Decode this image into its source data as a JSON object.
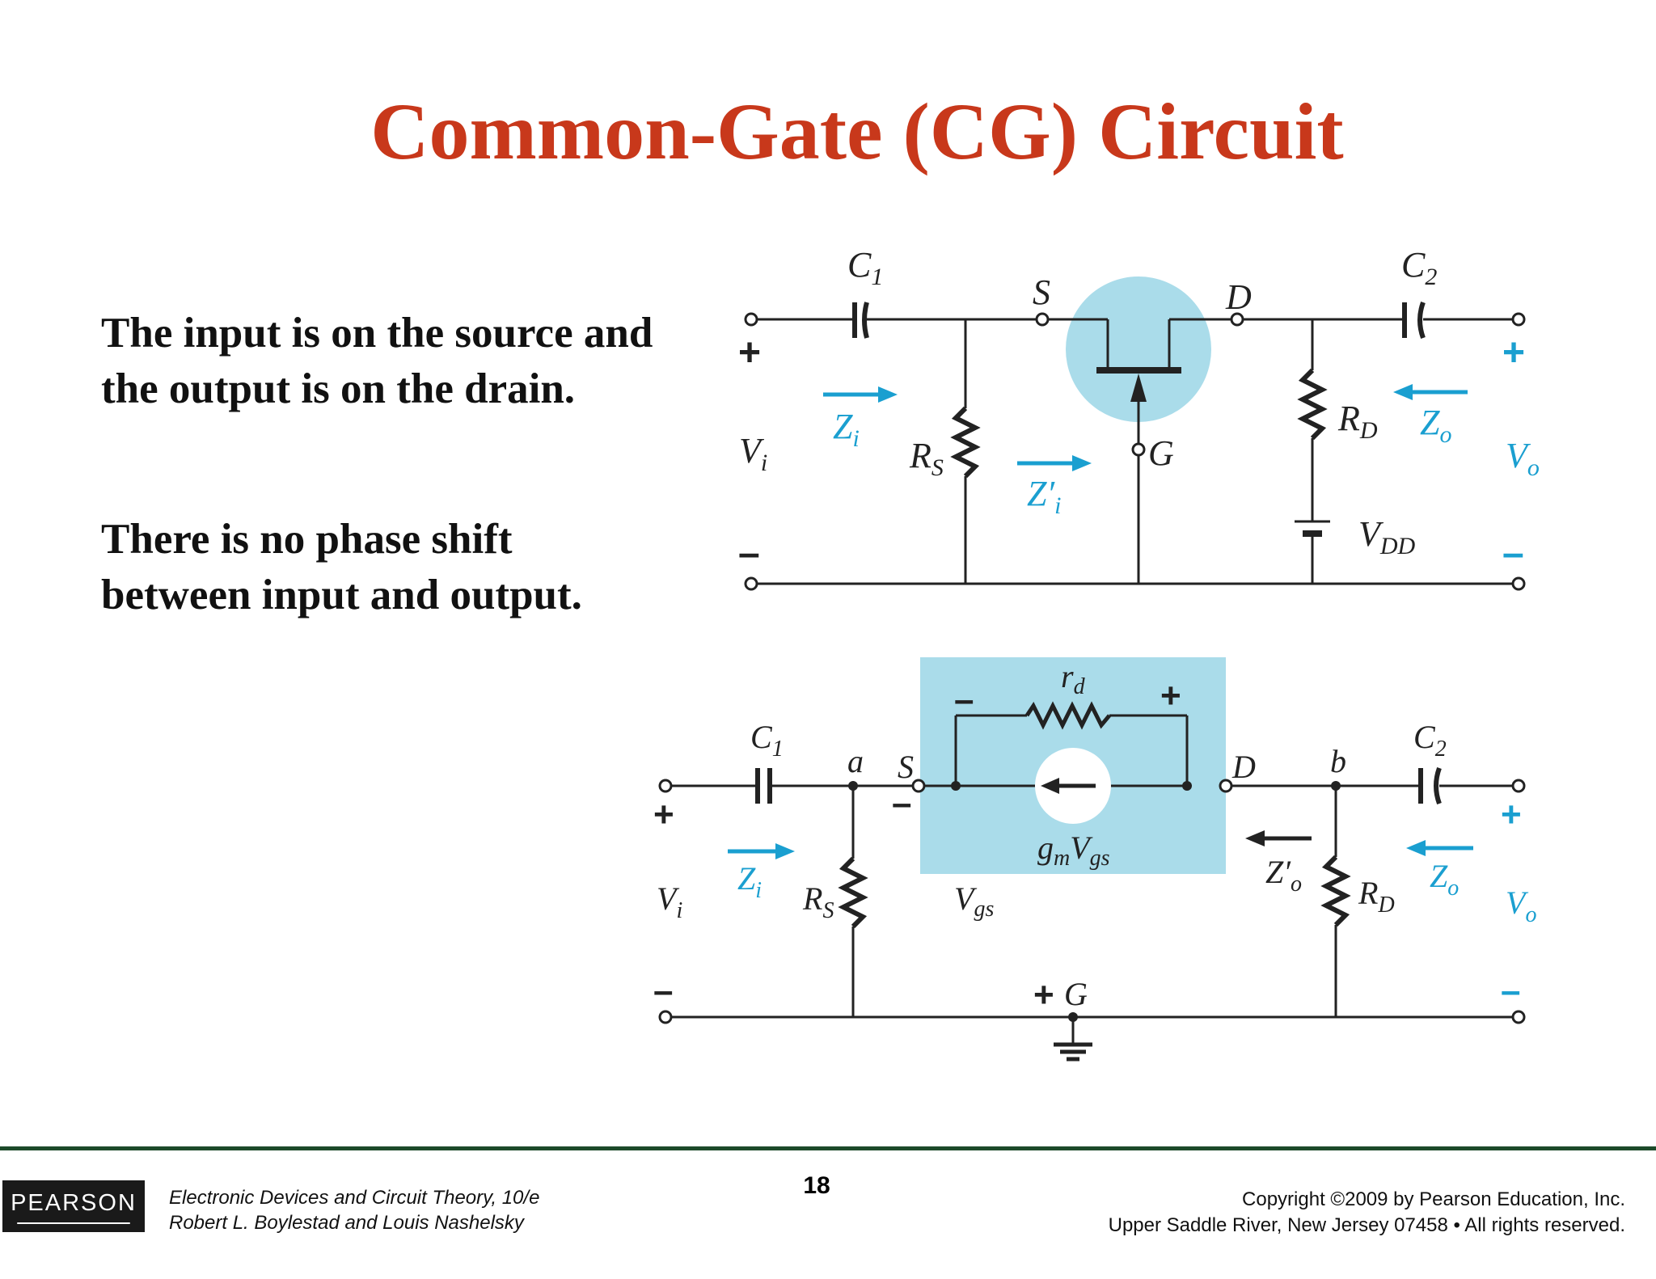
{
  "slide": {
    "title": "Common-Gate (CG) Circuit",
    "paragraph1": "The input is on the source and the output is on the drain.",
    "paragraph2": "There is no phase shift between input and output."
  },
  "top_circuit": {
    "c1": "C",
    "c1_sub": "1",
    "c2": "C",
    "c2_sub": "2",
    "s": "S",
    "d": "D",
    "g": "G",
    "rs": "R",
    "rs_sub": "S",
    "rd": "R",
    "rd_sub": "D",
    "vdd": "V",
    "vdd_sub": "DD",
    "vi": "V",
    "vi_sub": "i",
    "vo": "V",
    "vo_sub": "o",
    "zi": "Z",
    "zi_sub": "i",
    "zi_prime": "Z′",
    "zi_prime_sub": "i",
    "zo": "Z",
    "zo_sub": "o",
    "plus": "+",
    "minus": "–"
  },
  "bottom_circuit": {
    "c1": "C",
    "c1_sub": "1",
    "c2": "C",
    "c2_sub": "2",
    "a": "a",
    "b": "b",
    "s": "S",
    "d": "D",
    "g": "G",
    "rd_small": "r",
    "rd_small_sub": "d",
    "rs": "R",
    "rs_sub": "S",
    "rd": "R",
    "rd_sub": "D",
    "gm": "g",
    "gm_sub": "m",
    "gm_v": "V",
    "gm_v_sub": "gs",
    "vgs": "V",
    "vgs_sub": "gs",
    "vi": "V",
    "vi_sub": "i",
    "vo": "V",
    "vo_sub": "o",
    "zi": "Z",
    "zi_sub": "i",
    "zo": "Z",
    "zo_sub": "o",
    "zo_prime": "Z′",
    "zo_prime_sub": "o",
    "plus": "+",
    "minus": "–"
  },
  "footer": {
    "logo": "PEARSON",
    "book_line1": "Electronic Devices and Circuit Theory, 10/e",
    "book_line2": "Robert L. Boylestad and Louis Nashelsky",
    "page": "18",
    "copyright_line1": "Copyright ©2009 by Pearson Education, Inc.",
    "copyright_line2": "Upper Saddle River, New Jersey 07458 • All rights reserved."
  },
  "colors": {
    "title": "#c8381b",
    "accent_blue": "#1a9fd0",
    "fet_highlight": "#aadcea"
  }
}
